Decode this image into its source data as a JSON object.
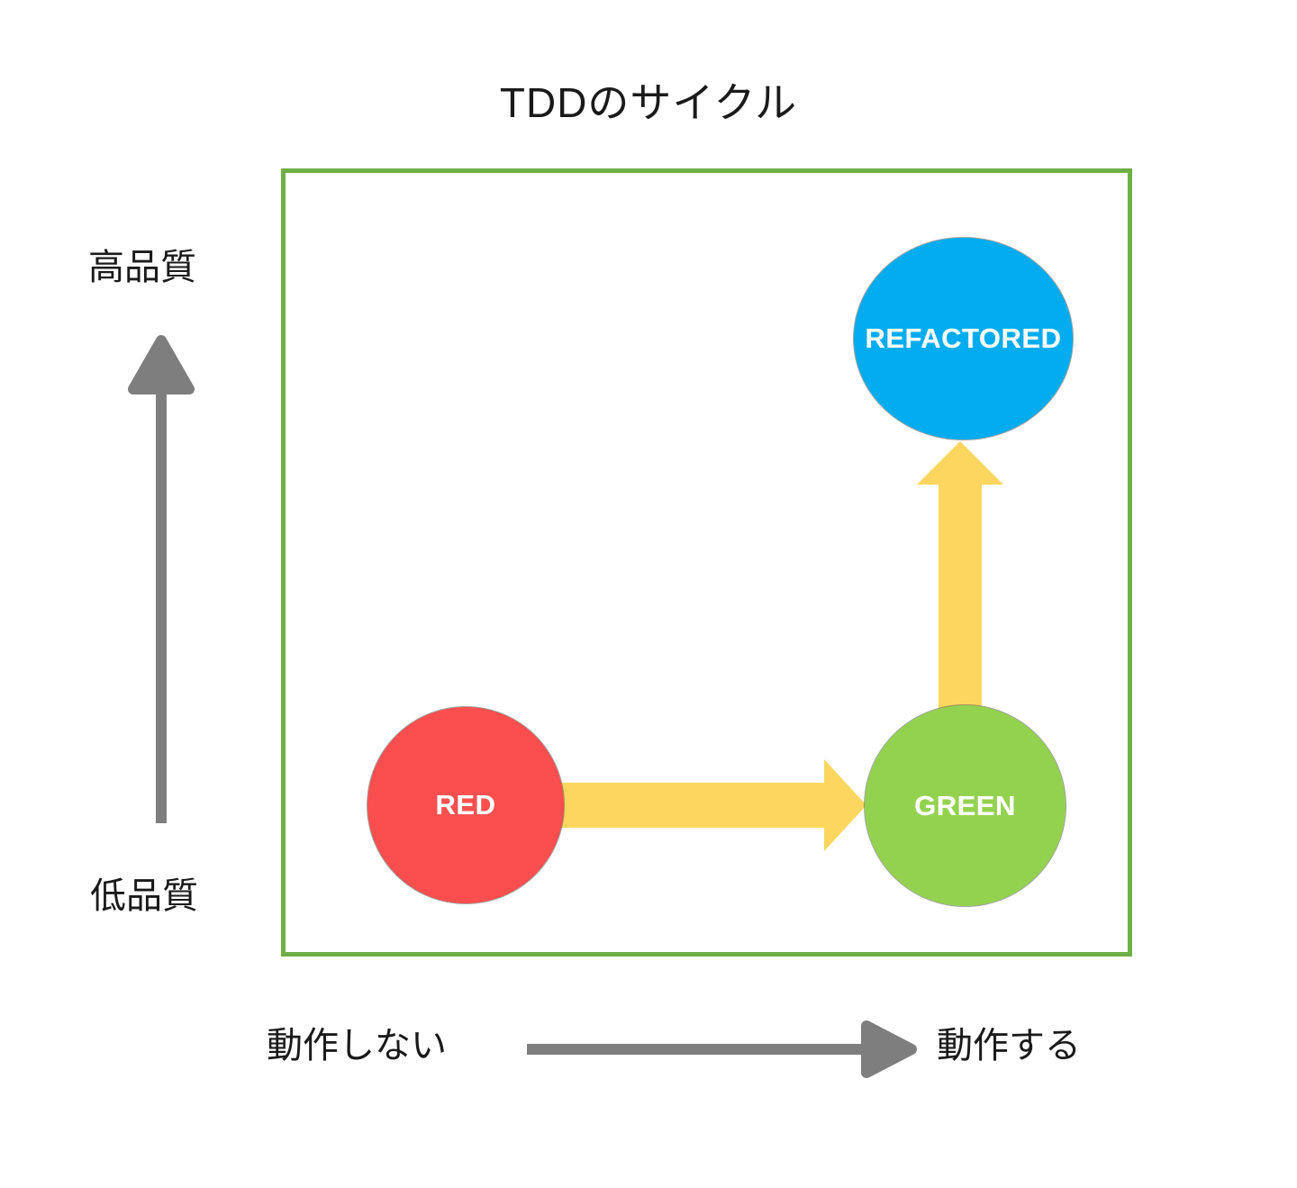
{
  "diagram": {
    "title": "TDDのサイクル",
    "colors": {
      "frame_border": "#6FAF46",
      "red_node": "#FB4E4E",
      "green_node": "#93D24F",
      "refactored_node": "#03ACEE",
      "flow_arrow": "#FCD65E",
      "axis_arrow": "#7E7E7E",
      "node_label": "#FFFFFF",
      "text": "#1A1A1A",
      "background": "#FFFFFF"
    },
    "axes": {
      "y_high_label": "高品質",
      "y_low_label": "低品質",
      "x_left_label": "動作しない",
      "x_right_label": "動作する"
    },
    "nodes": [
      {
        "id": "red",
        "label": "RED"
      },
      {
        "id": "green",
        "label": "GREEN"
      },
      {
        "id": "refactored",
        "label": "REFACTORED"
      }
    ],
    "edges": [
      {
        "from": "RED",
        "to": "GREEN",
        "direction": "right"
      },
      {
        "from": "GREEN",
        "to": "REFACTORED",
        "direction": "up"
      }
    ]
  }
}
